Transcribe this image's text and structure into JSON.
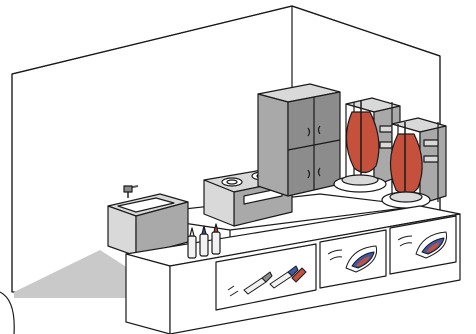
{
  "scene": {
    "subject": "kebab-shop-kitchen",
    "colors": {
      "outline": "#1a1a1a",
      "wall": "#ffffff",
      "floor_shadow": "#c9c9c9",
      "steel_dark": "#8c8c8c",
      "steel_mid": "#a9a9a9",
      "steel_light": "#d9d9d9",
      "meat": "#c5503c",
      "meat_dark": "#9e3a2a",
      "bottle_red": "#c5503c",
      "bottle_blue": "#3d5aa8",
      "bottle_white": "#f2f2f2",
      "counter": "#ffffff"
    },
    "items": [
      {
        "name": "sink-unit",
        "label": ""
      },
      {
        "name": "stove-unit",
        "label": ""
      },
      {
        "name": "refrigerator",
        "label": ""
      },
      {
        "name": "doner-grill-left",
        "label": ""
      },
      {
        "name": "doner-grill-right",
        "label": ""
      },
      {
        "name": "sauce-bottles",
        "label": ""
      },
      {
        "name": "display-panel-sauces",
        "label": ""
      },
      {
        "name": "display-panel-wrap-1",
        "label": ""
      },
      {
        "name": "display-panel-wrap-2",
        "label": ""
      }
    ]
  }
}
